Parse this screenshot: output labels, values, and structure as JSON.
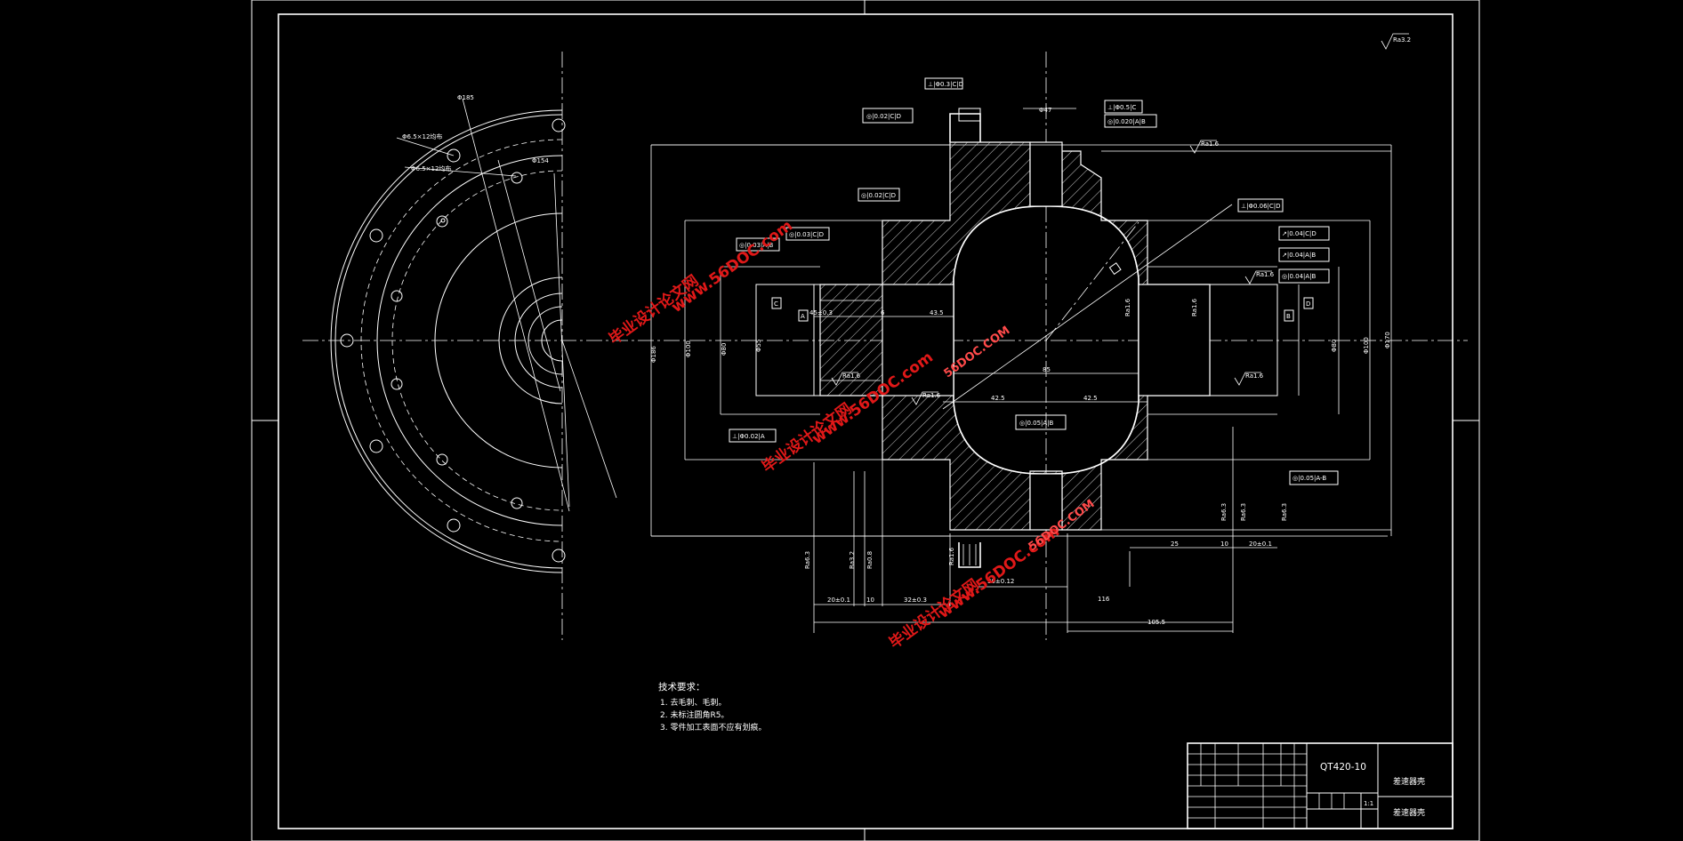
{
  "title_block": {
    "material": "QT420-10",
    "drawing_name": "差速器壳",
    "part_name": "差速器壳",
    "scale": "1:1"
  },
  "tech_requirements": {
    "heading": "技术要求：",
    "items": [
      "1. 去毛刺、毛刺。",
      "2. 未标注圆角R5。",
      "3. 零件加工表面不应有划痕。"
    ]
  },
  "roughness_global": "Ra3.2",
  "dimensions": {
    "holes_a": "Φ6.5×12均布",
    "holes_b": "Φ6.5×12均布",
    "dia_185": "Φ185",
    "dia_154": "Φ154",
    "len_45": "45±0.3",
    "len_6": "6",
    "len_435": "43.5",
    "len_85": "85",
    "len_42a": "42.5",
    "len_42b": "42.5",
    "len_20a": "20±0.1",
    "len_10": "10",
    "len_32": "32±0.3",
    "len_30": "30±0.12",
    "len_116": "116",
    "len_105": "105.5",
    "len_25": "25",
    "len_10b": "10",
    "len_20b": "20±0.1",
    "dia_47": "Φ47"
  },
  "gdt": [
    "⊥|Φ0.3|C|D",
    "◎|0.02|C|D",
    "◎|0.02|C|D",
    "◎|0.03|C|D",
    "◎|0.03|A|B",
    "⊥|Φ0.02|A",
    "◎|0.05|A|B",
    "↗|0.04|C|D",
    "↗|0.04|A|B",
    "◎|0.04|A|B",
    "⊥|Φ0.06|C|D",
    "◎|0.05|A-B",
    "⊥|Φ0.5|C",
    "◎|0.020|A|B"
  ],
  "datum_labels": [
    "A",
    "B",
    "C",
    "D"
  ],
  "roughness": [
    "Ra1.6",
    "Ra1.6",
    "Ra1.6",
    "Ra1.6",
    "Ra1.6",
    "Ra6.3",
    "Ra3.2",
    "Ra0.8",
    "Ra1.6",
    "Ra1.6",
    "Ra1.6",
    "Ra6.3",
    "Ra6.3",
    "Ra6.3"
  ],
  "watermark": {
    "cn": "毕业设计论文网",
    "url": "www.56DOC.com",
    "url_short": "56DOC.COM"
  },
  "colors": {
    "background": "#000000",
    "lines": "#ffffff",
    "watermark": "#e01818"
  }
}
